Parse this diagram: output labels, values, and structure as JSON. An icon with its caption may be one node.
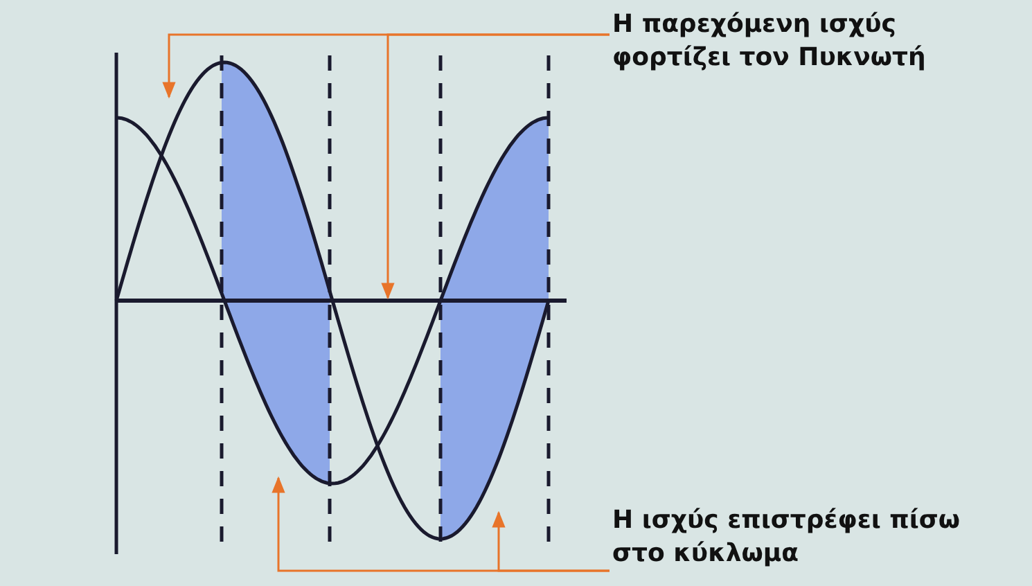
{
  "diagram": {
    "nodes": [
      {
        "text": [
          "Η παρεχόμενη ισχύς φορτίζει τον Πυκνωτή"
        ]
      },
      {
        "text": [
          "Η ισχύς επιστρέφει πίσω στο κύκλωμα"
        ]
      }
    ],
    "edges": [
      {
        "from": 0,
        "to": null,
        "arrow": "to"
      },
      {
        "from": 0,
        "to": null,
        "arrow": "to"
      },
      {
        "from": 1,
        "to": null,
        "arrow": "to"
      },
      {
        "from": 1,
        "to": null,
        "arrow": "to"
      }
    ]
  }
}
